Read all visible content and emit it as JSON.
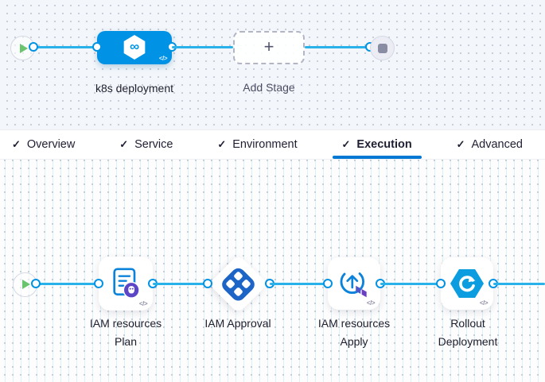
{
  "glyphs": {
    "check": "✓",
    "plus": "+",
    "code": "</>",
    "infinity": "∞"
  },
  "colors": {
    "stage_blue": "#0092e4",
    "connector_blue": "#29b2e9",
    "tab_underline_blue": "#0278d5",
    "play_green": "#6ac46e",
    "end_square_gray": "#8a8ca3",
    "plan_badge_purple": "#5d46c6",
    "approval_blue": "#1c64c6",
    "terraform_indigo": "#4f56c9",
    "terraform_purple": "#6a3fc3",
    "rollout_blue": "#0b9ddf"
  },
  "stage_pipeline": {
    "stage": {
      "label": "k8s deployment"
    },
    "add_stage": {
      "label": "Add Stage"
    }
  },
  "tabs": [
    {
      "label": "Overview",
      "active": false
    },
    {
      "label": "Service",
      "active": false
    },
    {
      "label": "Environment",
      "active": false
    },
    {
      "label": "Execution",
      "active": true
    },
    {
      "label": "Advanced",
      "active": false
    }
  ],
  "execution_steps": [
    {
      "name": "IAM resources Plan",
      "line1": "IAM resources",
      "line2": "Plan",
      "type": "terraform-plan"
    },
    {
      "name": "IAM Approval",
      "line1": "IAM Approval",
      "line2": "",
      "type": "approval"
    },
    {
      "name": "IAM resources Apply",
      "line1": "IAM resources",
      "line2": "Apply",
      "type": "terraform-apply"
    },
    {
      "name": "Rollout Deployment",
      "line1": "Rollout",
      "line2": "Deployment",
      "type": "k8s-rolling-deploy"
    }
  ]
}
